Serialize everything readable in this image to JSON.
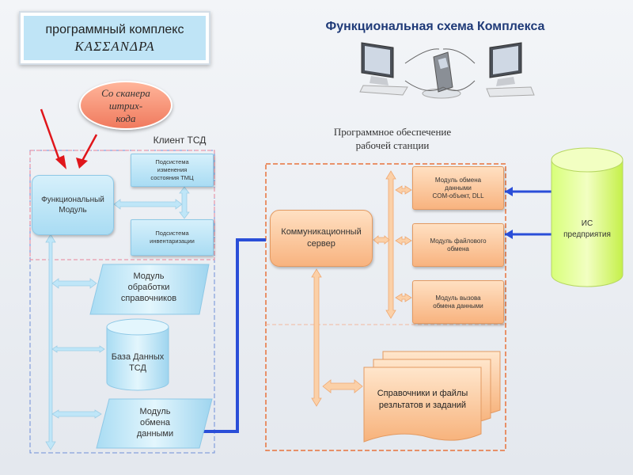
{
  "title_box": {
    "line1": "программный комплекс",
    "line2": "ΚΑΣΣΑΝΔΡΑ"
  },
  "main_title": "Функциональная схема Комплекса",
  "bubble": {
    "line1": "Со сканера",
    "line2": "штрих-",
    "line3": "кода"
  },
  "client_label": "Клиент ТСД",
  "software_label": {
    "line1": "Программное обеспечение",
    "line2": "рабочей станции"
  },
  "client_nodes": {
    "functional_module": {
      "line1": "Функциональный",
      "line2": "Модуль"
    },
    "subsystem_state": {
      "line1": "Подсистема",
      "line2": "изменения",
      "line3": "состояния ТМЦ"
    },
    "subsystem_inventory": {
      "line1": "Подсистема",
      "line2": "инвентаризации"
    },
    "reference_module": {
      "line1": "Модуль",
      "line2": "обработки",
      "line3": "справочников"
    },
    "database": {
      "line1": "База Данных",
      "line2": "ТСД"
    },
    "exchange_module": {
      "line1": "Модуль",
      "line2": "обмена",
      "line3": "данными"
    }
  },
  "station_nodes": {
    "comm_server": {
      "line1": "Коммуникационный",
      "line2": "сервер"
    },
    "com_module": {
      "line1": "Модуль обмена",
      "line2": "данными",
      "line3": "COM-объект, DLL"
    },
    "file_module": {
      "line1": "Модуль файлового",
      "line2": "обмена"
    },
    "call_module": {
      "line1": "Модуль вызова",
      "line2": "обмена данными"
    },
    "files_doc": {
      "line1": "Справочники и файлы",
      "line2": "резльтатов и заданий"
    }
  },
  "is_node": {
    "line1": "ИС",
    "line2": "предприятия"
  },
  "colors": {
    "client_border": "#6f8fd8",
    "pink_border": "#e8849a",
    "station_border": "#e8733c",
    "connector_blue": "#2a4ed8",
    "arrow_red": "#e0161b",
    "arrow_light_blue": "#bfe6f8",
    "arrow_light_orange": "#fbd0a8"
  },
  "icons": [
    "computer-icon",
    "barcode-scanner-icon",
    "computer-icon"
  ]
}
